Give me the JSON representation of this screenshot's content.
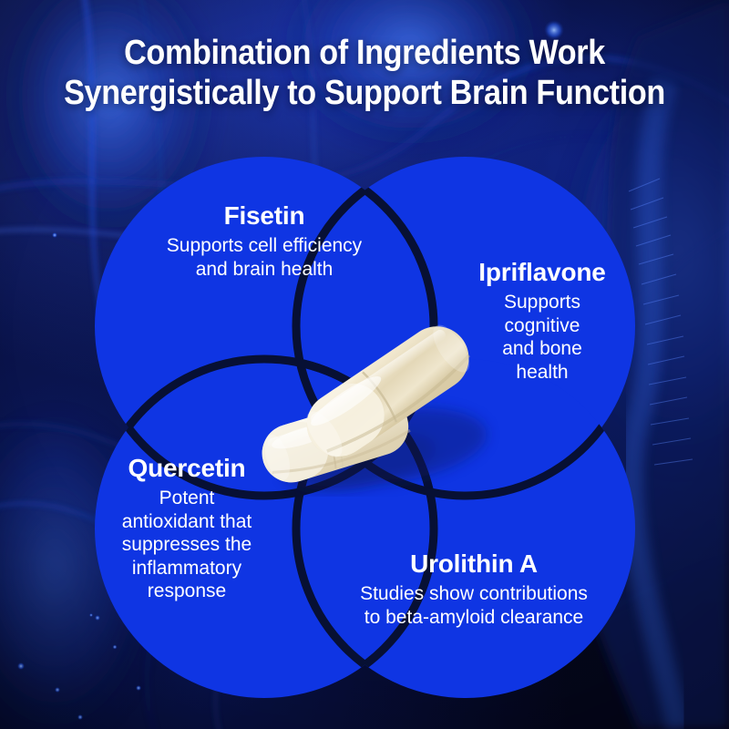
{
  "title": {
    "line1": "Combination of Ingredients Work",
    "line2": "Synergistically to Support Brain Function"
  },
  "colors": {
    "circle_blue": "#0f35e3",
    "background_dark_navy": "#05081f",
    "ring_navy": "#071034",
    "text_white": "#ffffff",
    "capsule_cream": "#efe7d0"
  },
  "circles": [
    {
      "id": "fisetin",
      "heading": "Fisetin",
      "body_lines": [
        "Supports cell efficiency",
        "and brain health"
      ],
      "body": "Supports cell efficiency and brain health"
    },
    {
      "id": "ipriflavone",
      "heading": "Ipriflavone",
      "body_lines": [
        "Supports",
        "cognitive",
        "and bone",
        "health"
      ],
      "body": "Supports cognitive and bone health"
    },
    {
      "id": "quercetin",
      "heading": "Quercetin",
      "body_lines": [
        "Potent",
        "antioxidant that",
        "suppresses the",
        "inflammatory",
        "response"
      ],
      "body": "Potent antioxidant that suppresses the inflammatory response"
    },
    {
      "id": "urolithin-a",
      "heading": "Urolithin A",
      "body_lines": [
        "Studies show contributions",
        "to beta-amyloid clearance"
      ],
      "body": "Studies show contributions to beta-amyloid clearance"
    }
  ],
  "graphics": {
    "background_image": "neuron-cells-background",
    "center_image": "two-cream-capsules"
  }
}
